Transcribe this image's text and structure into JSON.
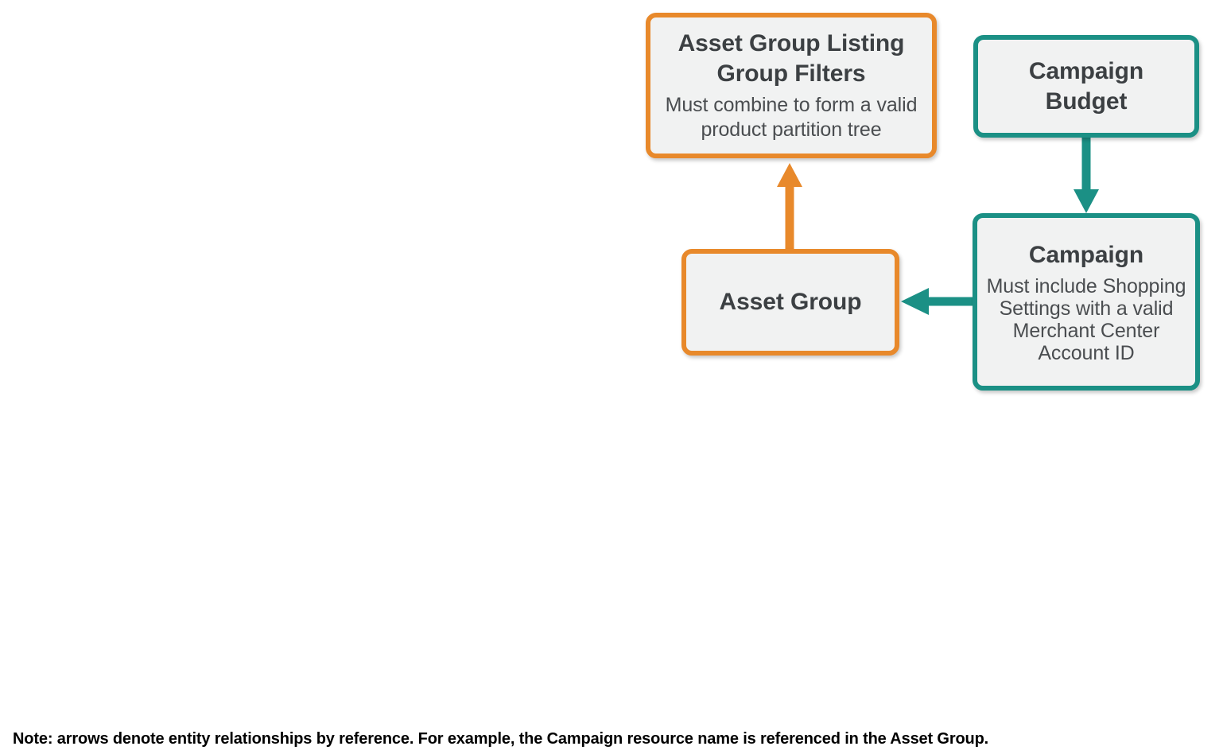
{
  "diagram": {
    "type": "entity-relationship",
    "colors": {
      "orange": "#e8892b",
      "teal": "#1b9085",
      "node_fill": "#f1f2f2",
      "title_text": "#3c4043",
      "sub_text": "#4a4d50",
      "note_text": "#000000",
      "background": "#ffffff"
    },
    "nodes": [
      {
        "id": "asset-group-listing-group-filters",
        "title": "Asset Group Listing Group Filters",
        "subtitle": "Must combine to form a valid product partition tree",
        "color": "orange"
      },
      {
        "id": "campaign-budget",
        "title": "Campaign Budget",
        "subtitle": "",
        "color": "teal"
      },
      {
        "id": "asset-group",
        "title": "Asset Group",
        "subtitle": "",
        "color": "orange"
      },
      {
        "id": "campaign",
        "title": "Campaign",
        "subtitle": "Must include Shopping Settings with a valid Merchant Center Account ID",
        "color": "teal"
      }
    ],
    "edges": [
      {
        "id": "asset-group-to-listing-group-filters",
        "from": "asset-group",
        "to": "asset-group-listing-group-filters",
        "direction": "up",
        "color": "orange"
      },
      {
        "id": "campaign-budget-to-campaign",
        "from": "campaign-budget",
        "to": "campaign",
        "direction": "down",
        "color": "teal"
      },
      {
        "id": "campaign-to-asset-group",
        "from": "campaign",
        "to": "asset-group",
        "direction": "left",
        "color": "teal"
      }
    ],
    "note": "Note: arrows denote entity relationships by reference. For example, the Campaign resource name is referenced in the Asset Group."
  }
}
